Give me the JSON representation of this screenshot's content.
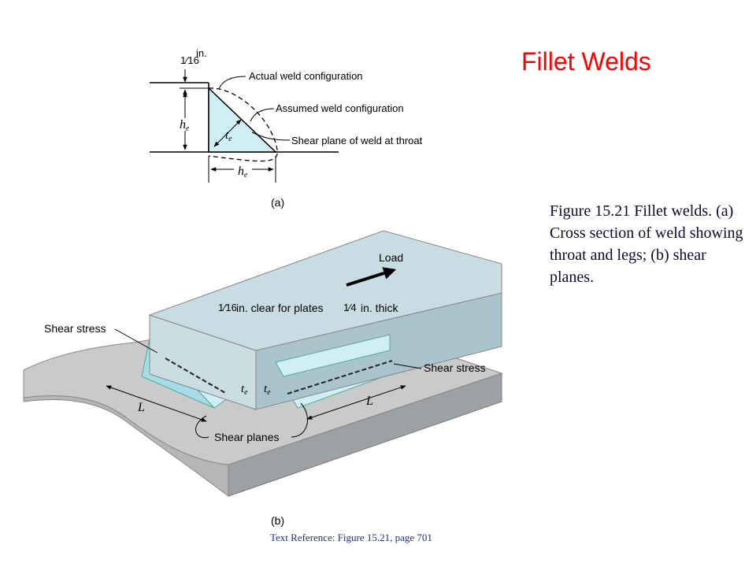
{
  "title": "Fillet Welds",
  "caption": "Figure 15.21  Fillet welds. (a) Cross section of weld showing throat and legs; (b) shear planes.",
  "footer": "Text Reference:  Figure 15.21,  page 701",
  "figure_a": {
    "panel_label": "(a)",
    "gap_fraction": "1⁄16",
    "gap_unit": "in.",
    "label_actual": "Actual weld configuration",
    "label_assumed": "Assumed weld configuration",
    "label_shear_plane": "Shear plane of weld at throat",
    "leg_symbol": "h",
    "leg_subscript": "e",
    "throat_symbol": "t",
    "throat_subscript": "e"
  },
  "figure_b": {
    "panel_label": "(b)",
    "load_label": "Load",
    "clear_prefix": "1⁄16",
    "clear_text": "in. clear for plates",
    "clear_suffix": "1⁄4",
    "clear_end": "in. thick",
    "shear_stress_left": "Shear stress",
    "shear_stress_right": "Shear stress",
    "shear_planes": "Shear planes",
    "length_left": "L",
    "length_right": "L",
    "throat_symbol": "t",
    "throat_subscript": "e"
  },
  "colors": {
    "title": "#ff0000",
    "weld_fill": "#cfeef6",
    "plate_top": "#c7dde3",
    "plate_side": "#a9c4cc",
    "base_top": "#c8cacb",
    "base_side": "#9ea1a3"
  }
}
